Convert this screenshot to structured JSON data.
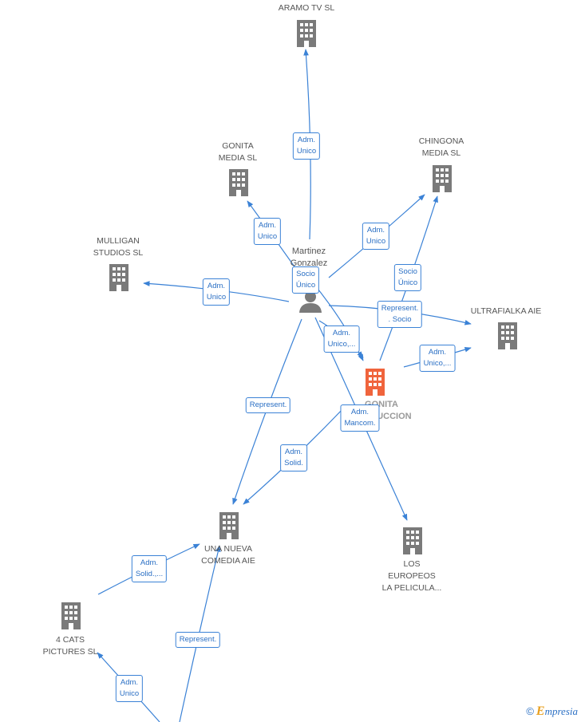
{
  "nodes": {
    "aramo": {
      "label": [
        "ARAMO TV SL"
      ],
      "kind": "company"
    },
    "gonita_media": {
      "label": [
        "GONITA",
        "MEDIA  SL"
      ],
      "kind": "company"
    },
    "chingona": {
      "label": [
        "CHINGONA",
        "MEDIA  SL"
      ],
      "kind": "company"
    },
    "mulligan": {
      "label": [
        "MULLIGAN",
        "STUDIOS  SL"
      ],
      "kind": "company"
    },
    "ultrafialka": {
      "label": [
        "ULTRAFIALKA AIE"
      ],
      "kind": "company"
    },
    "person": {
      "label": [
        "Martinez",
        "Gonzalez"
      ],
      "kind": "person"
    },
    "center": {
      "label": [
        "GONITA",
        "PRODUCCION"
      ],
      "kind": "company-highlight"
    },
    "una_nueva": {
      "label": [
        "UNA NUEVA",
        "COMEDIA AIE"
      ],
      "kind": "company"
    },
    "los_europeos": {
      "label": [
        "LOS",
        "EUROPEOS",
        "LA PELICULA..."
      ],
      "kind": "company"
    },
    "four_cats": {
      "label": [
        "4 CATS",
        "PICTURES  SL"
      ],
      "kind": "company"
    }
  },
  "edges": [
    {
      "id": "e1",
      "label": [
        "Adm.",
        "Unico"
      ]
    },
    {
      "id": "e2",
      "label": [
        "Adm.",
        "Unico"
      ]
    },
    {
      "id": "e3",
      "label": [
        "Adm.",
        "Unico"
      ]
    },
    {
      "id": "e4",
      "label": [
        "Adm.",
        "Unico"
      ]
    },
    {
      "id": "e5",
      "label": [
        "Socio",
        "Único"
      ]
    },
    {
      "id": "e6",
      "label": [
        "Socio",
        "Único"
      ]
    },
    {
      "id": "e7",
      "label": [
        "Represent.",
        ". Socio"
      ]
    },
    {
      "id": "e8",
      "label": [
        "Adm.",
        "Unico,..."
      ]
    },
    {
      "id": "e9",
      "label": [
        "Adm.",
        "Unico,..."
      ]
    },
    {
      "id": "e10",
      "label": [
        "Represent."
      ]
    },
    {
      "id": "e11",
      "label": [
        "Adm.",
        "Mancom."
      ]
    },
    {
      "id": "e12",
      "label": [
        "Adm.",
        "Solid."
      ]
    },
    {
      "id": "e13",
      "label": [
        "Adm.",
        "Solid.,..."
      ]
    },
    {
      "id": "e14",
      "label": [
        "Represent."
      ]
    },
    {
      "id": "e15",
      "label": [
        "Adm.",
        "Unico"
      ]
    }
  ],
  "colors": {
    "edge": "#3b82d6",
    "company": "#7a7a7a",
    "highlight": "#f0643c",
    "person": "#7a7a7a"
  },
  "brand": {
    "copyright": "©",
    "name": "mpresia",
    "initial": "E"
  }
}
